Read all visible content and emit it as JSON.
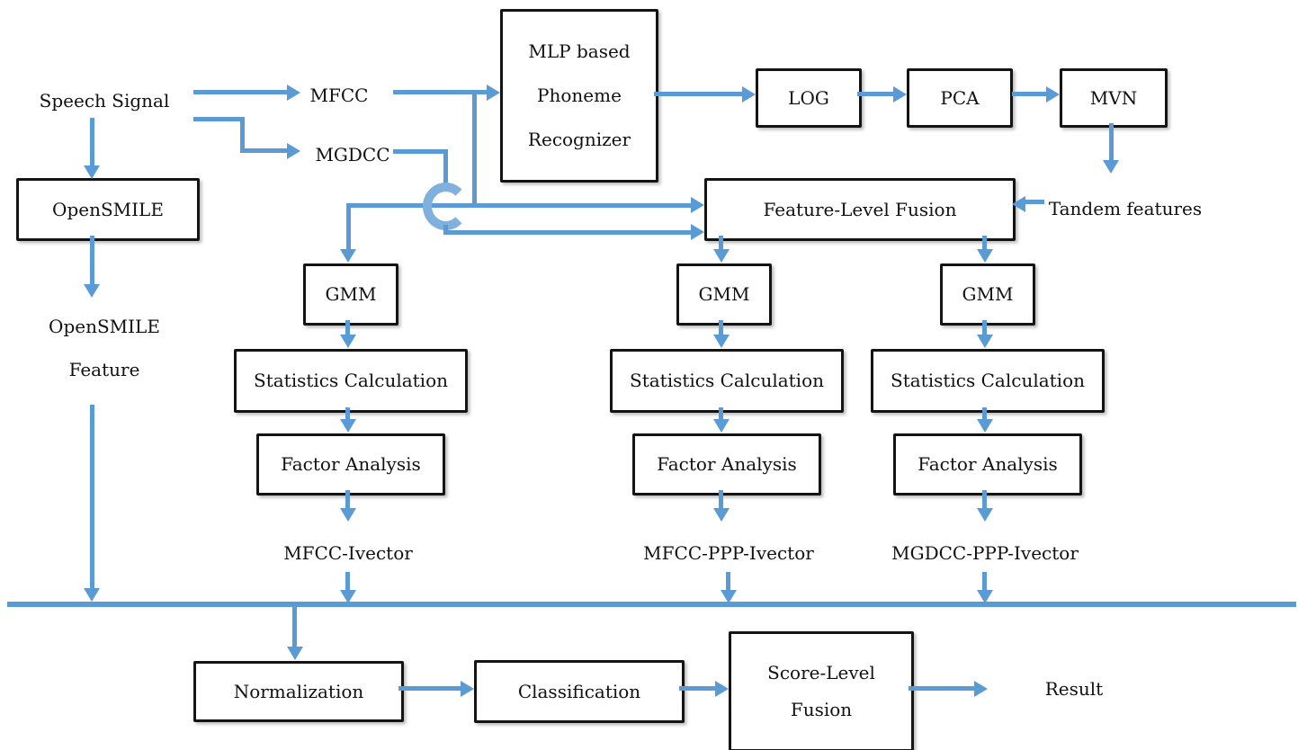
{
  "colors": {
    "arrow_blue": "#5b9bd5",
    "arc_blue": "#7fb0de",
    "box_border": "#141414",
    "text": "#111111",
    "background": "#ffffff"
  },
  "nodes": {
    "speech_signal": "Speech Signal",
    "mfcc": "MFCC",
    "mgdcc": "MGDCC",
    "mlp_recognizer": [
      "MLP based",
      "Phoneme",
      "Recognizer"
    ],
    "log": "LOG",
    "pca": "PCA",
    "mvn": "MVN",
    "tandem_features": "Tandem features",
    "opensmile": "OpenSMILE",
    "opensmile_feature": [
      "OpenSMILE",
      "Feature"
    ],
    "feature_level_fusion": "Feature-Level Fusion",
    "columns": [
      {
        "gmm": "GMM",
        "stats": "Statistics Calculation",
        "factor": "Factor Analysis",
        "ivector": "MFCC-Ivector"
      },
      {
        "gmm": "GMM",
        "stats": "Statistics Calculation",
        "factor": "Factor Analysis",
        "ivector": "MFCC-PPP-Ivector"
      },
      {
        "gmm": "GMM",
        "stats": "Statistics Calculation",
        "factor": "Factor Analysis",
        "ivector": "MGDCC-PPP-Ivector"
      }
    ],
    "normalization": "Normalization",
    "classification": "Classification",
    "score_level_fusion": [
      "Score-Level",
      "Fusion"
    ],
    "result": "Result"
  }
}
